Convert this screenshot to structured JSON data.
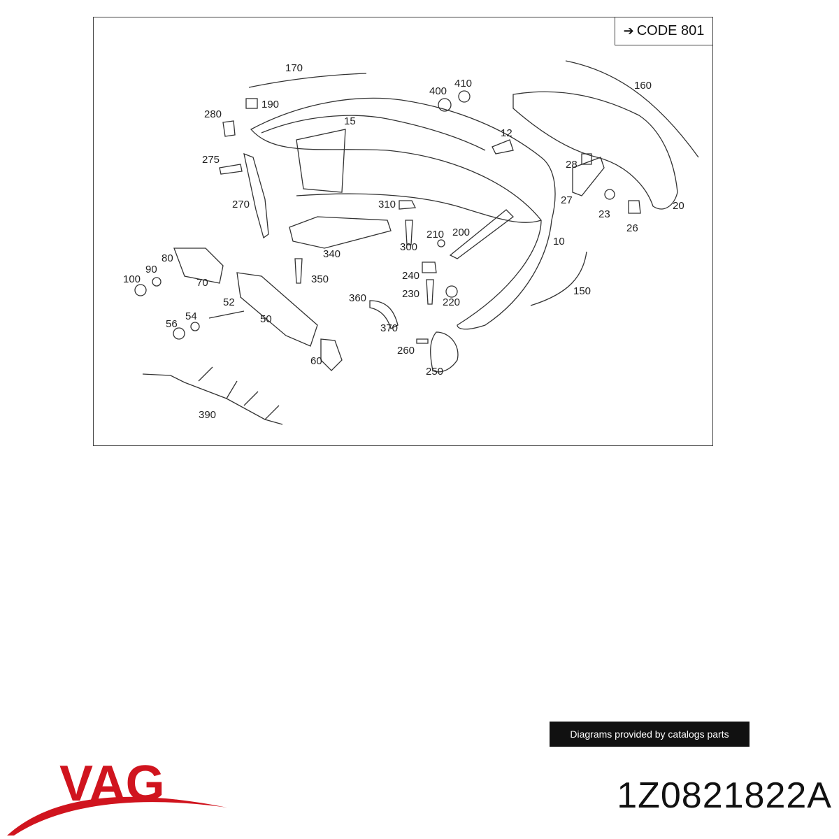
{
  "diagram": {
    "code_label": "CODE 801",
    "callouts": [
      "170",
      "190",
      "400",
      "410",
      "160",
      "280",
      "15",
      "12",
      "275",
      "28",
      "270",
      "310",
      "27",
      "23",
      "20",
      "26",
      "210",
      "200",
      "300",
      "340",
      "10",
      "80",
      "90",
      "100",
      "70",
      "350",
      "240",
      "150",
      "230",
      "220",
      "360",
      "52",
      "54",
      "56",
      "50",
      "370",
      "260",
      "60",
      "250",
      "390"
    ]
  },
  "caption": "Diagrams provided by catalogs parts",
  "brand": {
    "name": "VAG",
    "color": "#d0141e"
  },
  "part_number": "1Z0821822A"
}
